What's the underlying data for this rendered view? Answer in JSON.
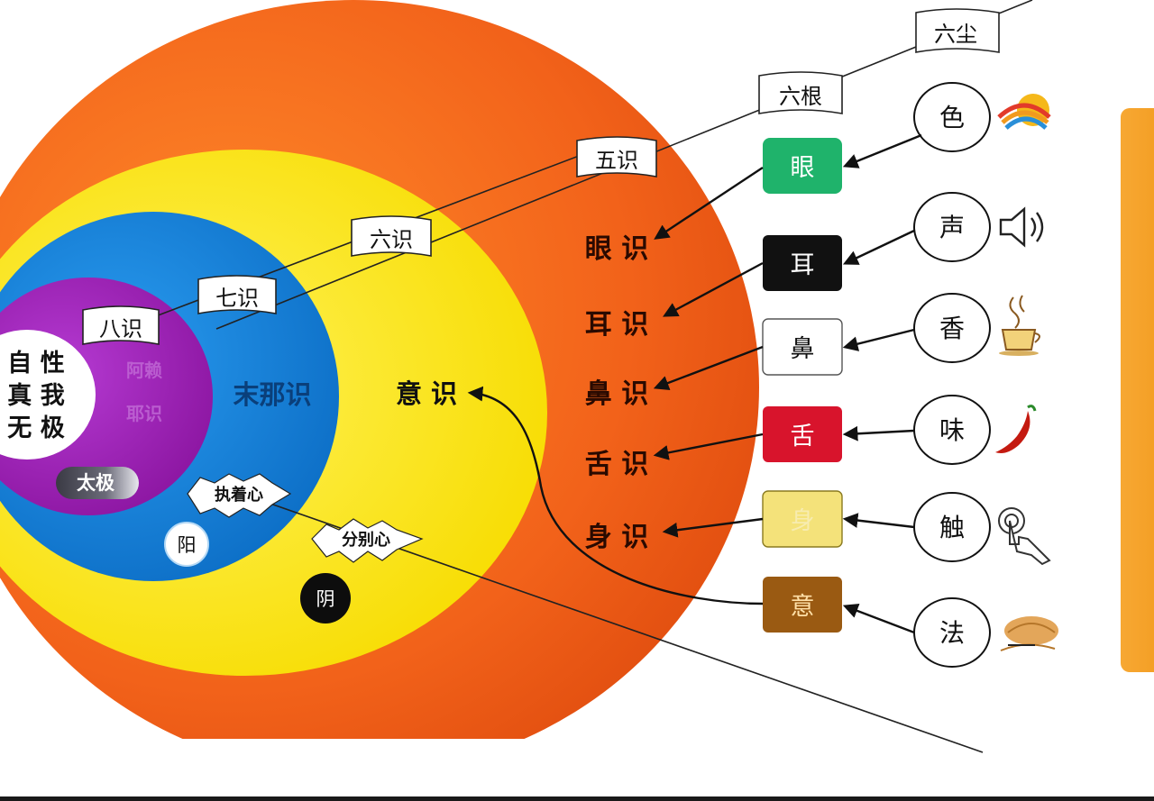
{
  "colors": {
    "outer_orange": "#f2621a",
    "outer_edge": "#d8500f",
    "yellow": "#fbe811",
    "blue": "#0f7fd6",
    "purple": "#9a1fb8",
    "white": "#ffffff",
    "eye": "#1fb36b",
    "ear": "#111111",
    "nose": "#ffffff",
    "tongue": "#d8142c",
    "body": "#f4e27a",
    "mind": "#9a5a12",
    "side_panel": "#f7a833"
  },
  "banners": {
    "six_dusts": "六尘",
    "six_roots": "六根",
    "five_consciousness": "五识",
    "six_consciousness": "六识",
    "seventh": "七识",
    "eighth": "八识"
  },
  "core": {
    "line1": "自 性",
    "line2": "真 我",
    "line3": "无 极"
  },
  "purple_hidden_1": "阿赖",
  "purple_hidden_2": "耶识",
  "taiji": "太极",
  "blue_label": "末那识",
  "yang": "阳",
  "yin": "阴",
  "attachment": "执着心",
  "discrimination": "分别心",
  "yishi": "意 识",
  "consciousness_list": [
    "眼 识",
    "耳 识",
    "鼻 识",
    "舌 识",
    "身 识"
  ],
  "roots": [
    "眼",
    "耳",
    "鼻",
    "舌",
    "身",
    "意"
  ],
  "dusts": [
    "色",
    "声",
    "香",
    "味",
    "触",
    "法"
  ],
  "dust_icons": [
    "rainbow-sun-icon",
    "speaker-icon",
    "coffee-cup-icon",
    "chili-pepper-icon",
    "touch-hand-icon",
    "brain-icon"
  ],
  "nose_inner": "鼻",
  "body_inner": "身"
}
